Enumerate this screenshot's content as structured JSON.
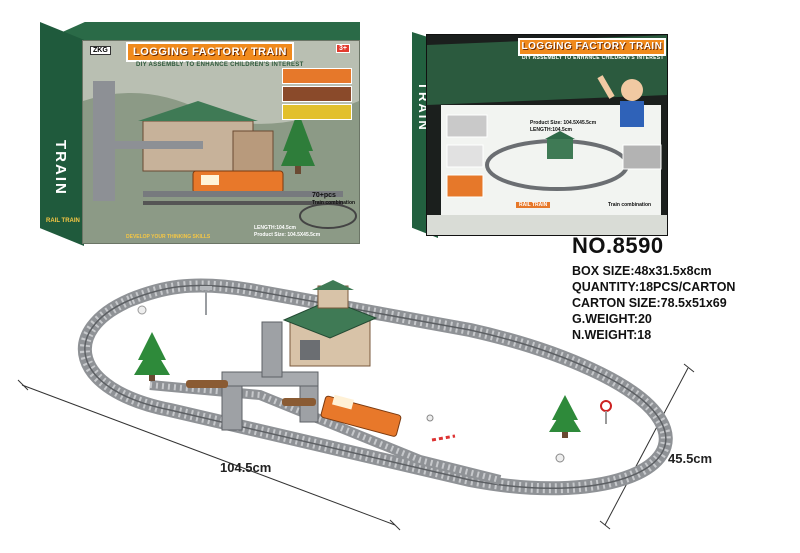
{
  "product": {
    "number": "NO.8590",
    "specs": [
      "BOX SIZE:48x31.5x8cm",
      "QUANTITY:18PCS/CARTON",
      "CARTON SIZE:78.5x51x69",
      "G.WEIGHT:20",
      "N.WEIGHT:18"
    ]
  },
  "box_front": {
    "brand": "ZKG",
    "title": "LOGGING FACTORY TRAIN",
    "subtitle": "DIY ASSEMBLY TO ENHANCE CHILDREN'S INTEREST",
    "age": "3+",
    "side_title": "TRAIN",
    "side_sub": "RAIL TRAIN",
    "side_tag": "DEVELOP YOUR THINKING SKILLS",
    "pcs": "70+pcs",
    "pcs_label": "Train combination",
    "size_note": "LENGTH:104.5cm",
    "size_note2": "Product Size: 104.5X45.5cm"
  },
  "box_back": {
    "title": "LOGGING FACTORY TRAIN",
    "subtitle": "DIY ASSEMBLY TO ENHANCE CHILDREN'S INTEREST",
    "side_title": "TRAIN",
    "product_size": "Product Size: 104.5X45.5cm",
    "length": "LENGTH:104.5cm",
    "rail_train": "RAIL TRAIN",
    "train_combination": "Train combination"
  },
  "dimensions": {
    "length": "104.5cm",
    "width": "45.5cm"
  },
  "colors": {
    "accent_orange": "#f08a1c",
    "box_green": "#22603f",
    "track_gray": "#8f9296"
  }
}
